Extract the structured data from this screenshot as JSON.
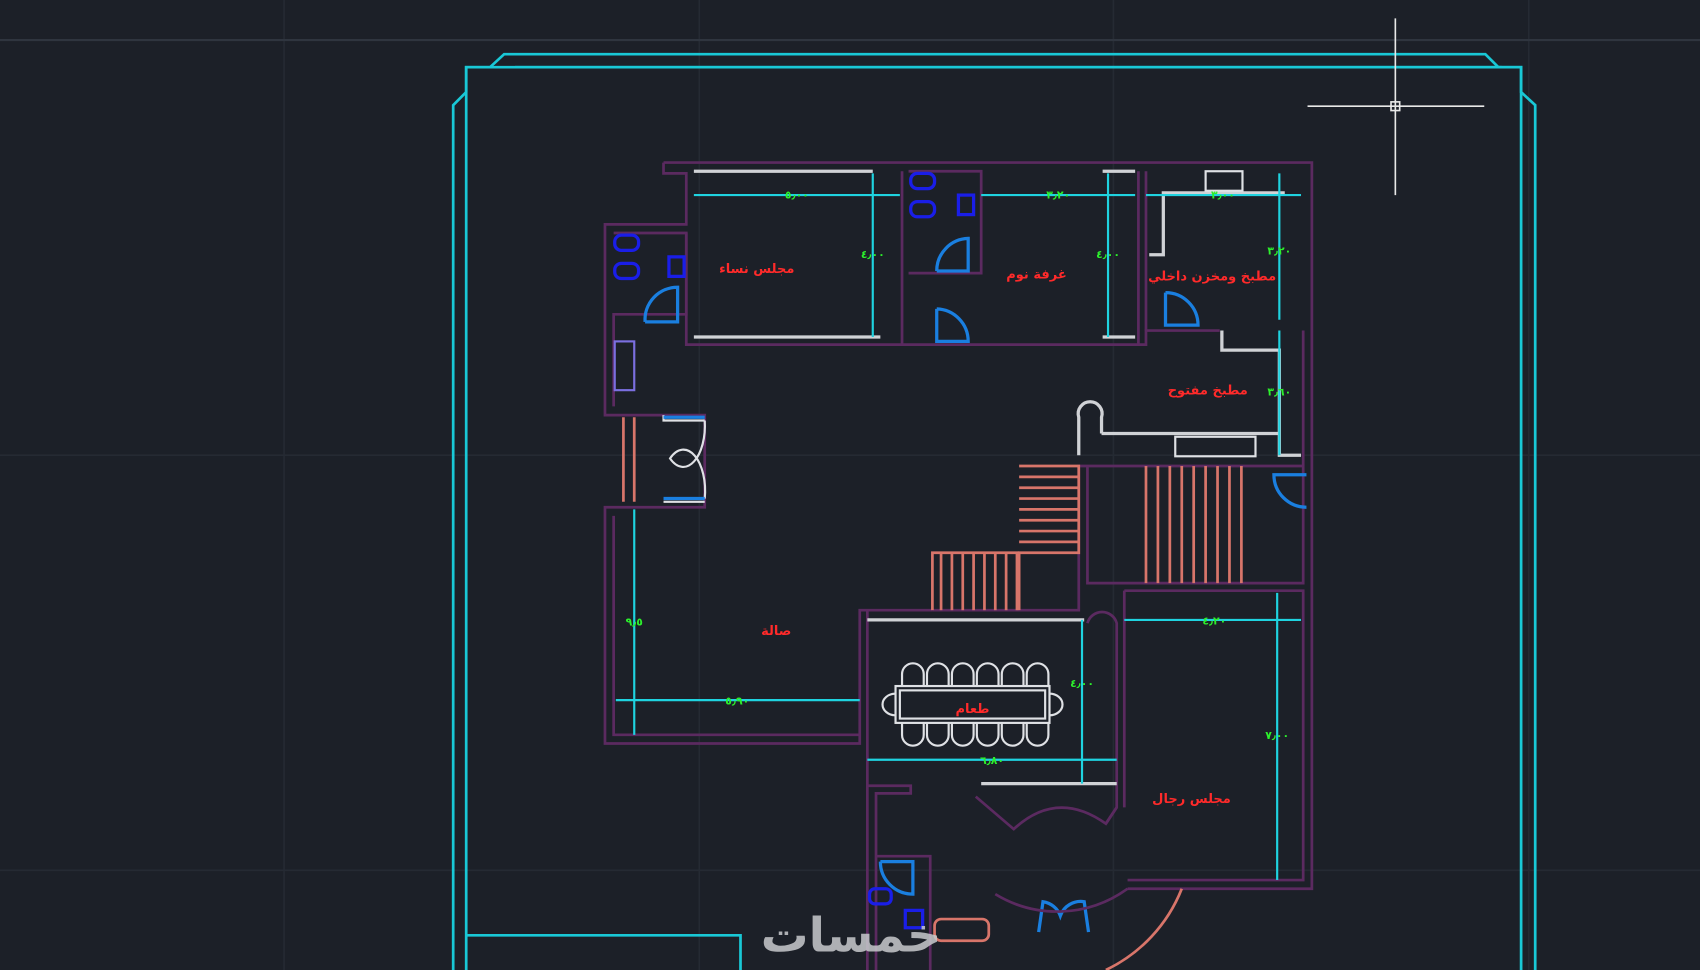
{
  "drawing": {
    "rooms": {
      "women_majlis": "مجلس نساء",
      "bedroom": "غرفة نوم",
      "inner_kitchen": "مطبخ ومخزن داخلي",
      "open_kitchen": "مطبخ مفتوح",
      "hall": "صالة",
      "dining": "طعام",
      "men_majlis": "مجلس رجال"
    },
    "dimensions": {
      "women_majlis_width": "٥٫٠٠",
      "women_majlis_depth": "٤٫٠٠",
      "bedroom_width": "٣٫٢٠",
      "bedroom_depth": "٤٫٠٠",
      "kitchen_width": "٣٫٠٠",
      "kitchen_depth": "٣٫٢٠",
      "open_kitchen_depth": "٣٫٦٠",
      "hall_depth": "٩٫٥",
      "hall_width": "٥٫٩٠",
      "dining_depth": "٤٫٠٠",
      "dining_width": "٦٫٨٠",
      "men_majlis_width": "٤٫٢٠",
      "men_majlis_depth": "٧٫٠٠"
    },
    "watermark": "خمسات"
  },
  "colors": {
    "background": "#1c2028",
    "boundary": "#19c8d6",
    "walls": "#5b2a60",
    "room_labels": "#ff2a2a",
    "dimension_text": "#2cf02c",
    "stairs": "#d8756a"
  }
}
